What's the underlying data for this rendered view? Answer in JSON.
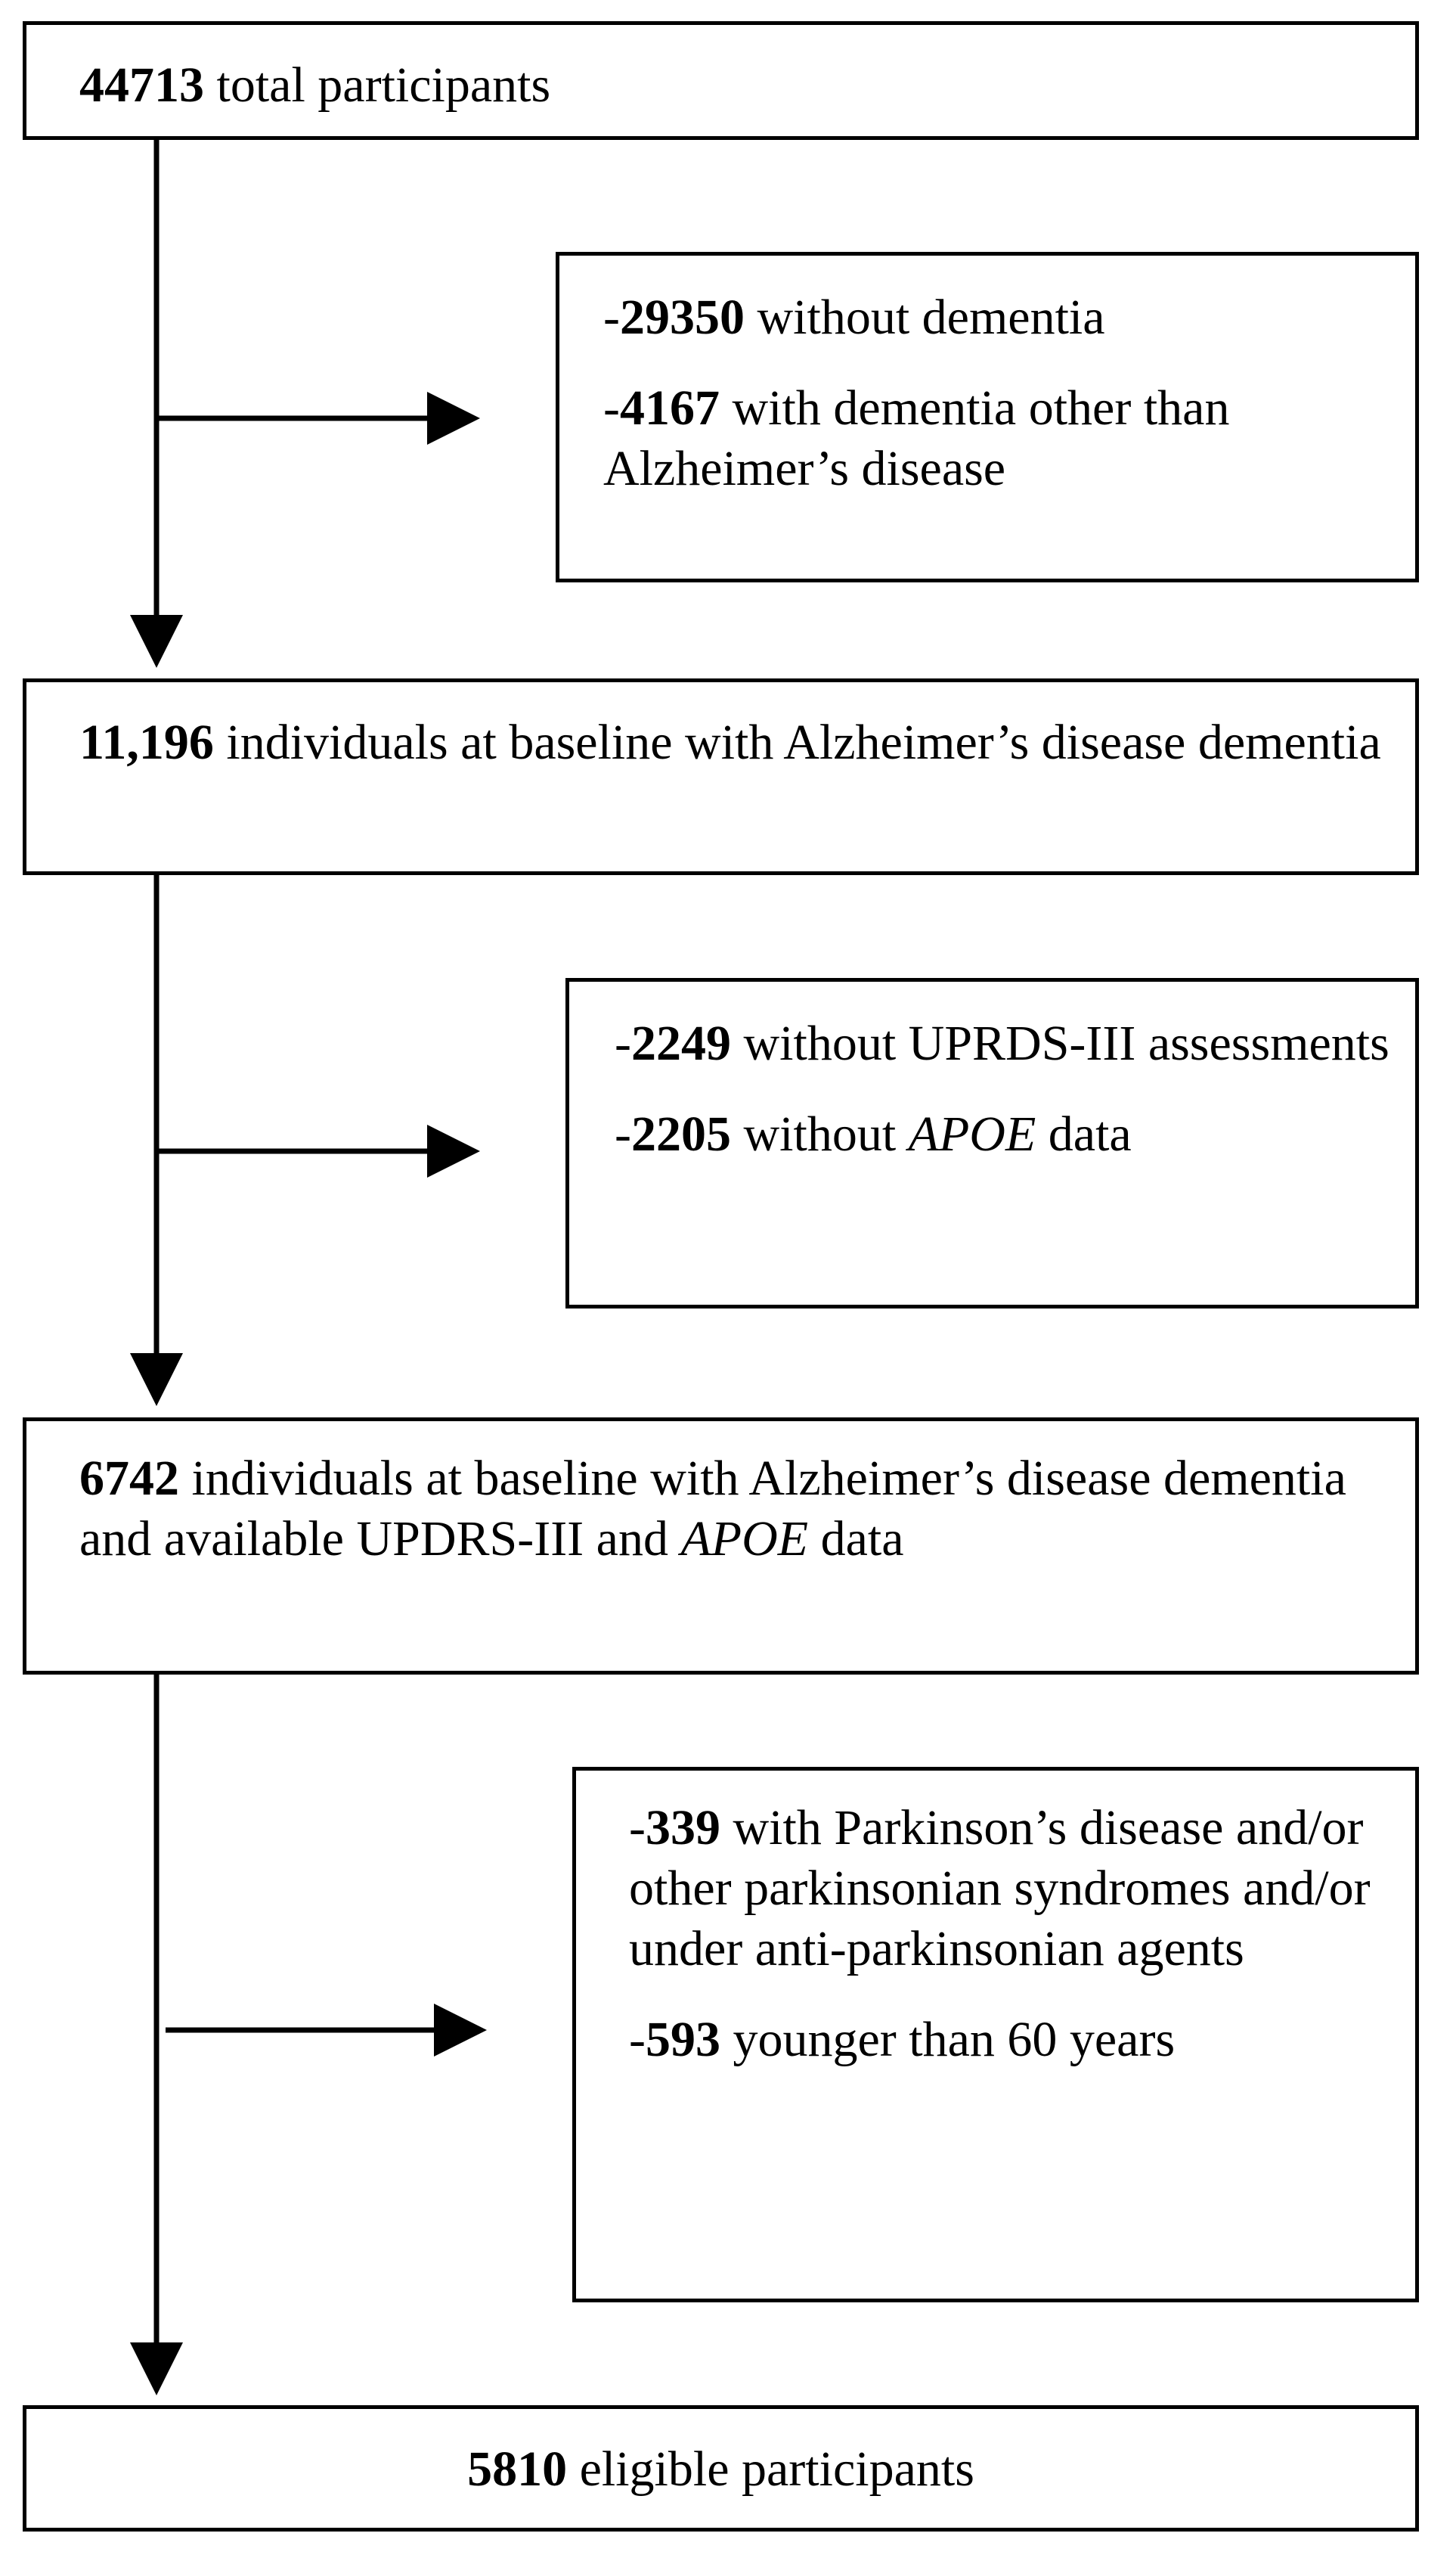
{
  "flowchart": {
    "main_boxes": [
      {
        "id": "total",
        "number": "44713",
        "text": " total participants"
      },
      {
        "id": "ad-baseline",
        "number": "11,196",
        "text": " individuals at baseline with Alzheimer’s disease dementia"
      },
      {
        "id": "ad-updrs-apoe",
        "number": "6742",
        "text_a": " individuals at baseline with Alzheimer’s disease dementia and available UPDRS-III and ",
        "italic": "APOE",
        "text_b": " data"
      },
      {
        "id": "eligible",
        "number": "5810",
        "text": " eligible participants"
      }
    ],
    "exclusion_boxes": [
      {
        "id": "exclusion-1",
        "items": [
          {
            "prefix": "-",
            "number": "29350",
            "text": " without dementia"
          },
          {
            "prefix": "-",
            "number": "4167",
            "text": " with dementia other than Alzheimer’s disease"
          }
        ]
      },
      {
        "id": "exclusion-2",
        "items": [
          {
            "prefix": "-",
            "number": "2249",
            "text": " without UPRDS-III assessments"
          },
          {
            "prefix": "-",
            "number": "2205",
            "text_a": " without ",
            "italic": "APOE",
            "text_b": " data"
          }
        ]
      },
      {
        "id": "exclusion-3",
        "items": [
          {
            "prefix": "-",
            "number": "339",
            "text": " with Parkinson’s disease and/or other parkinsonian syndromes and/or under anti-parkinsonian agents"
          },
          {
            "prefix": "-",
            "number": "593",
            "text": " younger than 60 years"
          }
        ]
      }
    ]
  }
}
